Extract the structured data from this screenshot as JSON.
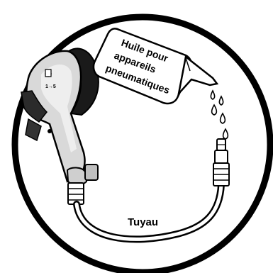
{
  "labels": {
    "oil_line1": "Huile pour",
    "oil_line2": "appareils",
    "oil_line3": "pneumatiques",
    "hose": "Tuyau",
    "tool_marking": "1→5"
  },
  "colors": {
    "ink": "#000000",
    "paper": "#ffffff",
    "tool_shade": "#d9d9d9",
    "tool_shade_dark": "#a6a6a6",
    "grip": "#1a1a1a"
  },
  "icons": {
    "tool": "air-tool-icon",
    "oil_bottle": "oil-bottle-icon",
    "drops": "oil-drop-icon",
    "fitting": "quick-coupler-icon"
  }
}
